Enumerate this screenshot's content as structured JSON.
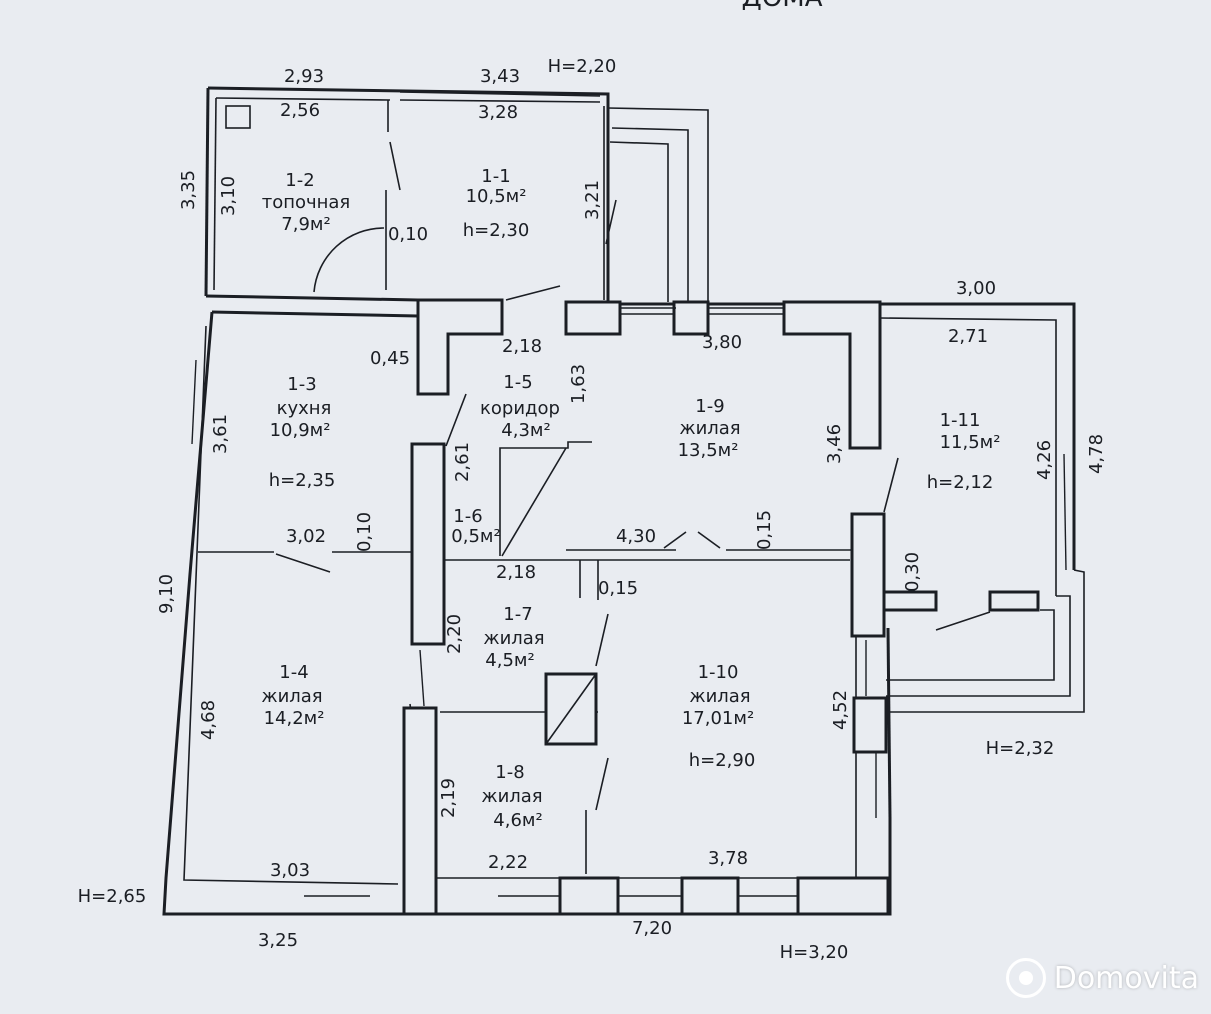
{
  "header_fragment": "ДОМА",
  "ceiling_heights": {
    "top": "H=2,20",
    "right": "H=2,32",
    "left": "H=2,65",
    "bottom": "H=3,20"
  },
  "rooms": [
    {
      "id": "1-1",
      "name": "",
      "area": "10,5м²",
      "height": "h=2,30"
    },
    {
      "id": "1-2",
      "name": "топочная",
      "area": "7,9м²",
      "height": ""
    },
    {
      "id": "1-3",
      "name": "кухня",
      "area": "10,9м²",
      "height": "h=2,35"
    },
    {
      "id": "1-4",
      "name": "жилая",
      "area": "14,2м²",
      "height": ""
    },
    {
      "id": "1-5",
      "name": "коридор",
      "area": "4,3м²",
      "height": ""
    },
    {
      "id": "1-6",
      "name": "",
      "area": "0,5м²",
      "height": ""
    },
    {
      "id": "1-7",
      "name": "жилая",
      "area": "4,5м²",
      "height": ""
    },
    {
      "id": "1-8",
      "name": "жилая",
      "area": "4,6м²",
      "height": ""
    },
    {
      "id": "1-9",
      "name": "жилая",
      "area": "13,5м²",
      "height": ""
    },
    {
      "id": "1-10",
      "name": "жилая",
      "area": "17,01м²",
      "height": "h=2,90"
    },
    {
      "id": "1-11",
      "name": "",
      "area": "11,5м²",
      "height": "h=2,12"
    }
  ],
  "dimensions": [
    "2,93",
    "3,43",
    "2,56",
    "3,28",
    "3,35",
    "3,10",
    "0,10",
    "3,21",
    "3,00",
    "2,71",
    "0,45",
    "2,18",
    "1,63",
    "3,80",
    "3,61",
    "2,61",
    "3,46",
    "4,26",
    "4,78",
    "3,02",
    "0,10",
    "4,30",
    "0,15",
    "2,18",
    "0,15",
    "0,30",
    "9,10",
    "2,20",
    "4,68",
    "4,52",
    "2,19",
    "3,03",
    "2,22",
    "3,78",
    "3,25",
    "7,20"
  ],
  "watermark": {
    "text": "Domovita",
    "icon": "domovita-logo-icon",
    "color": "#ffffff"
  }
}
